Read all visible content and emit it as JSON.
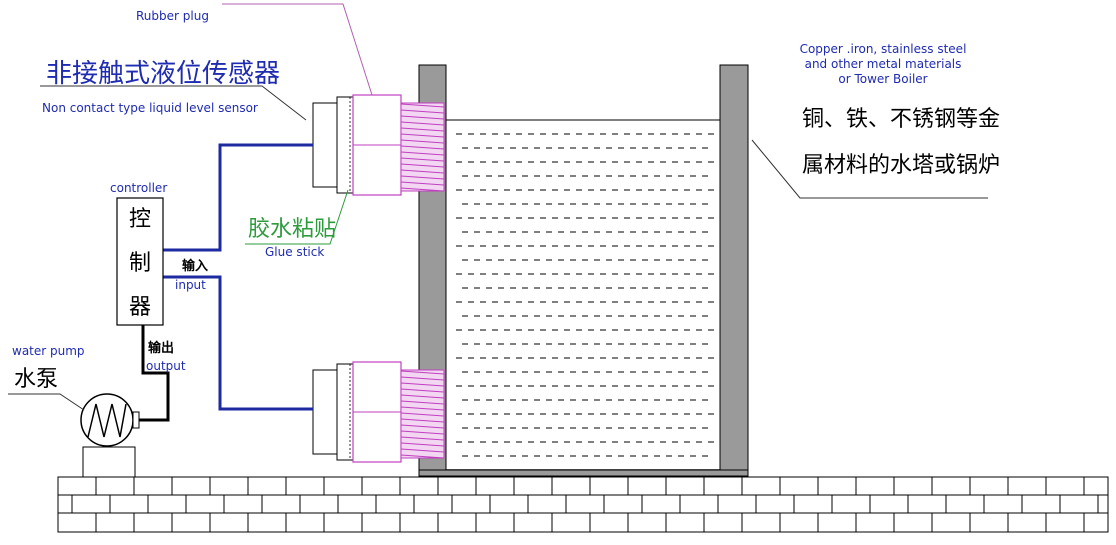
{
  "colors": {
    "annotation_blue": "#1f2bb0",
    "callout_green": "#2e9b3c",
    "wire_blue": "#1e2aa0",
    "sensor_magenta": "#c040c0",
    "wall_gray": "#9a9a9a",
    "leader_line": "#b060b0"
  },
  "labels": {
    "rubber_plug": "Rubber plug",
    "sensor_cn": "非接触式液位传感器",
    "sensor_en": "Non contact type liquid level sensor",
    "controller_en": "controller",
    "controller_cn_chars": [
      "控",
      "制",
      "器"
    ],
    "input_cn": "输入",
    "input_en": "input",
    "output_cn": "输出",
    "output_en": "output",
    "pump_en": "water pump",
    "pump_cn": "水泵",
    "glue_cn": "胶水粘贴",
    "glue_en": "Glue stick",
    "tank_en_1": "Copper .iron, stainless steel",
    "tank_en_2": "and other metal materials",
    "tank_en_3": "or Tower Boiler",
    "tank_cn_1": "铜、铁、不锈钢等金",
    "tank_cn_2": "属材料的水塔或锅炉"
  }
}
